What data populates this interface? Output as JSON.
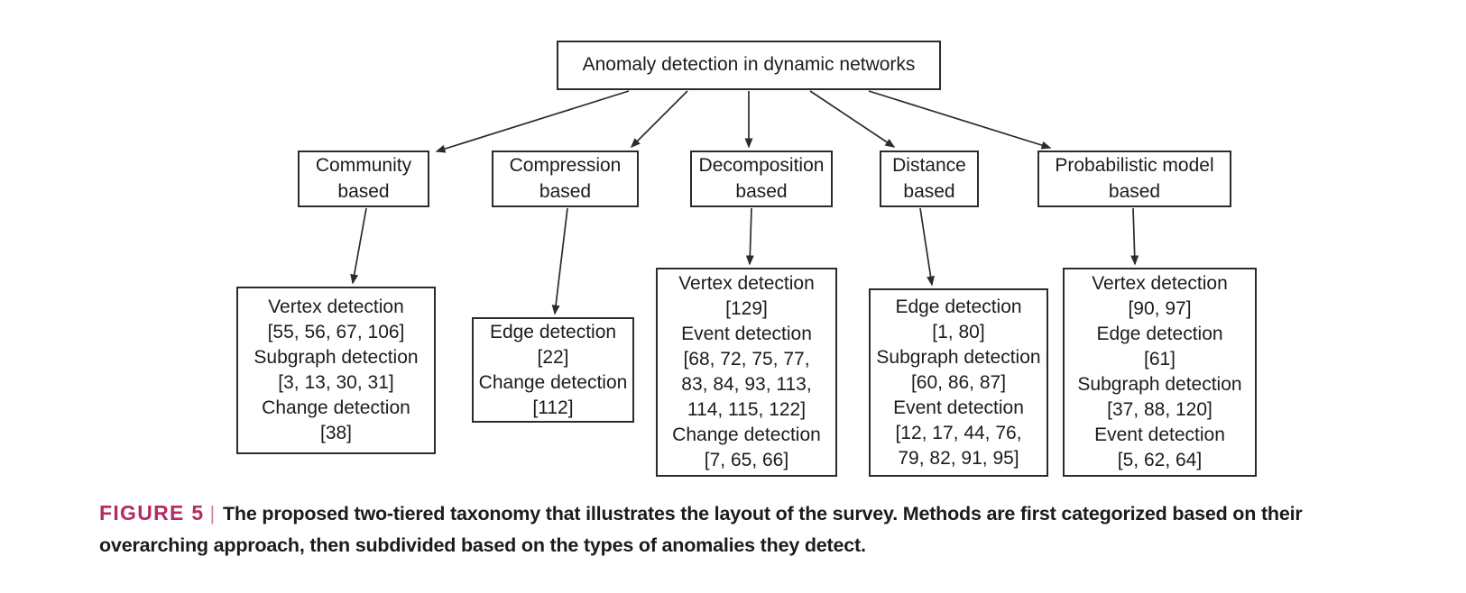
{
  "figure": {
    "colors": {
      "accent_magenta": "#b62a64",
      "box_border": "#2b2b2e",
      "diagram_text": "#1c1c1e"
    },
    "tree": {
      "root_label": "Anomaly detection in dynamic networks",
      "branches": [
        {
          "label": "Community based",
          "leaf_lines": [
            "Vertex detection",
            "[55, 56, 67, 106]",
            "Subgraph detection",
            "[3, 13, 30, 31]",
            "Change detection",
            "[38]"
          ]
        },
        {
          "label": "Compression based",
          "leaf_lines": [
            "Edge detection",
            "[22]",
            "Change detection",
            "[112]"
          ]
        },
        {
          "label": "Decomposition based",
          "leaf_lines": [
            "Vertex detection",
            "[129]",
            "Event detection",
            "[68, 72, 75, 77,",
            "83, 84, 93, 113,",
            "114, 115, 122]",
            "Change detection",
            "[7, 65, 66]"
          ]
        },
        {
          "label": "Distance based",
          "leaf_lines": [
            "Edge detection",
            "[1, 80]",
            "Subgraph detection",
            "[60, 86, 87]",
            "Event detection",
            "[12, 17, 44, 76,",
            "79, 82, 91, 95]"
          ]
        },
        {
          "label": "Probabilistic model based",
          "leaf_lines": [
            "Vertex detection",
            "[90, 97]",
            "Edge detection",
            "[61]",
            "Subgraph detection",
            "[37, 88, 120]",
            "Event detection",
            "[5, 62, 64]"
          ]
        }
      ]
    },
    "caption": {
      "tag": "FIGURE 5",
      "separator": "|",
      "text": "The proposed two-tiered taxonomy that illustrates the layout of the survey. Methods are first categorized based on their overarching approach, then subdivided based on the types of anomalies they detect."
    }
  }
}
